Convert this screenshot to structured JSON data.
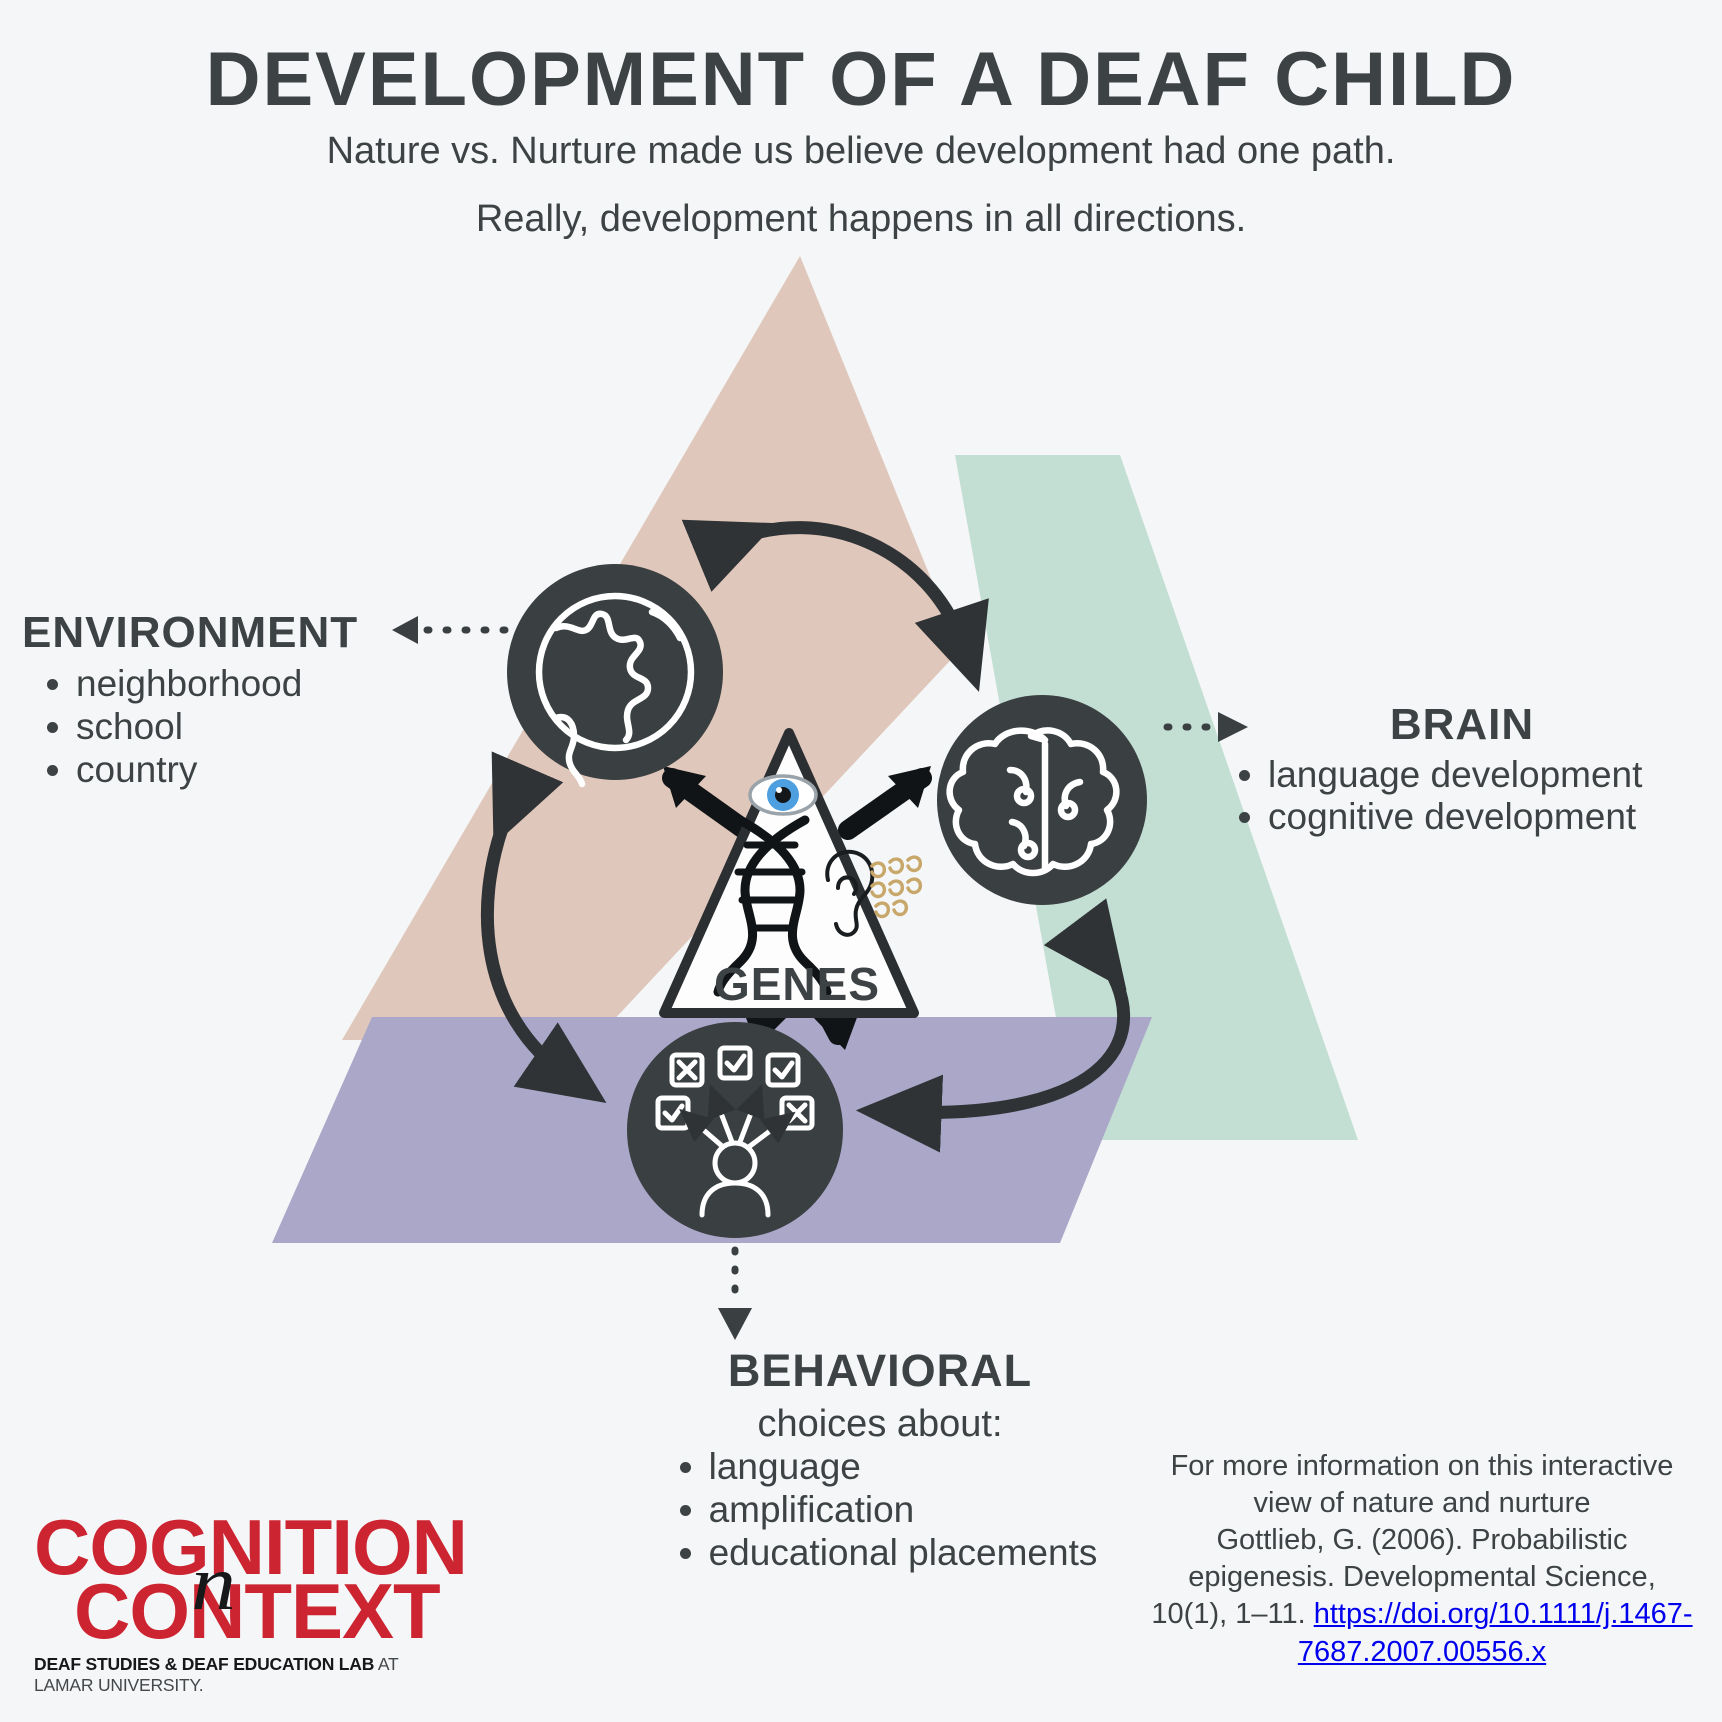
{
  "header": {
    "title": "DEVELOPMENT OF A DEAF CHILD",
    "subtitle_1": "Nature vs. Nurture made us believe development had one path.",
    "subtitle_2": "Really, development happens in all directions."
  },
  "environment": {
    "heading": "ENVIRONMENT",
    "items": [
      "neighborhood",
      "school",
      "country"
    ],
    "icon": "globe-icon"
  },
  "brain": {
    "heading": "BRAIN",
    "items": [
      "language development",
      "cognitive development"
    ],
    "icon": "brain-icon"
  },
  "behavioral": {
    "heading": "BEHAVIORAL",
    "sublabel": "choices about:",
    "items": [
      "language",
      "amplification",
      " educational placements"
    ],
    "icon": "decision-person-icon"
  },
  "genes": {
    "label": "GENES",
    "icons": [
      "eye-icon",
      "dna-icon",
      "ear-icon"
    ]
  },
  "citation": {
    "line_1": "For more information on this interactive",
    "line_2": "view of nature and nurture",
    "line_3": "Gottlieb, G. (2006). Probabilistic",
    "line_4": "epigenesis. Developmental Science,",
    "line_5_prefix": "10(1), 1–11. ",
    "doi_part_1": "https://doi.org/10.1111/j.1467-",
    "doi_part_2": "7687.2007.00556.x"
  },
  "logo": {
    "word_1": "COGNITION",
    "connector": "n",
    "word_2": "CONTEXT",
    "tagline_bold": "DEAF STUDIES & DEAF EDUCATION LAB",
    "tagline_rest": " AT LAMAR UNIVERSITY."
  },
  "colors": {
    "background": "#f4f6f7",
    "text": "#3d4244",
    "environment_band": "#e0c7bb",
    "brain_band": "#c3dfd3",
    "behavioral_band": "#aaa7c9",
    "circle_fill": "#3a3f41",
    "logo_red": "#cc2430",
    "arrow": "#2f3335"
  }
}
